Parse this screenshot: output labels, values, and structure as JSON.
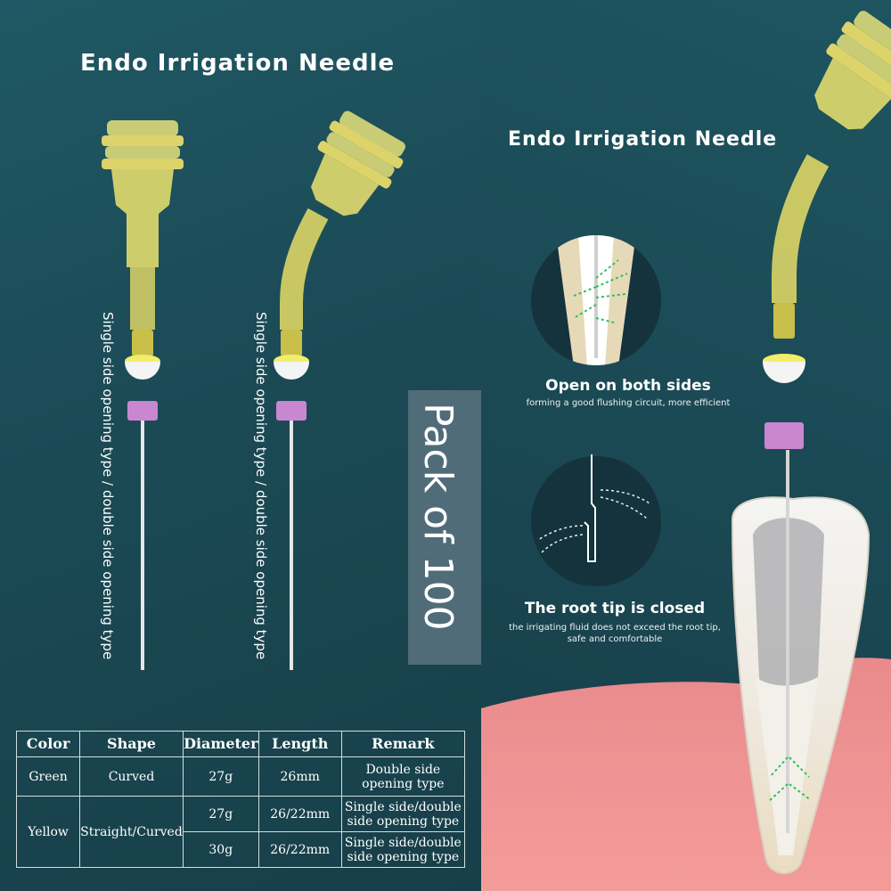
{
  "left_panel": {
    "title": "Endo Irrigation Needle",
    "needle_straight_label": "Single side opening type  /  double side opening type",
    "needle_curved_label": "Single side opening type  /  double side opening type"
  },
  "badge": {
    "text": "Pack of 100"
  },
  "table": {
    "headers": [
      "Color",
      "Shape",
      "Diameter",
      "Length",
      "Remark"
    ],
    "green": {
      "color": "Green",
      "shape": "Curved",
      "diameter": "27g",
      "length": "26mm",
      "remark": "Double side opening type"
    },
    "yellow": {
      "color": "Yellow",
      "shape": "Straight/Curved",
      "row1": {
        "diameter": "27g",
        "length": "26/22mm",
        "remark": "Single side/double side opening type"
      },
      "row2": {
        "diameter": "30g",
        "length": "26/22mm",
        "remark": "Single side/double side opening type"
      }
    }
  },
  "right_panel": {
    "title": "Endo Irrigation Needle",
    "feature1": {
      "heading": "Open on both sides",
      "sub": "forming a good flushing circuit,   more efficient"
    },
    "feature2": {
      "heading": "The root tip is closed",
      "sub1": "the irrigating fluid does not exceed the root tip,",
      "sub2": "safe and comfortable"
    }
  },
  "colors": {
    "background": "#1d4f5a",
    "hub_yellow": "#e8e27a",
    "stopper_pink": "#c987d0",
    "gum_pink": "#f08e8e",
    "arrow_green": "#2fbf5a"
  },
  "icons": [
    "straight-needle-icon",
    "curved-needle-icon",
    "tooth-cross-section-icon",
    "root-canal-flow-icon",
    "root-tip-closed-icon"
  ]
}
